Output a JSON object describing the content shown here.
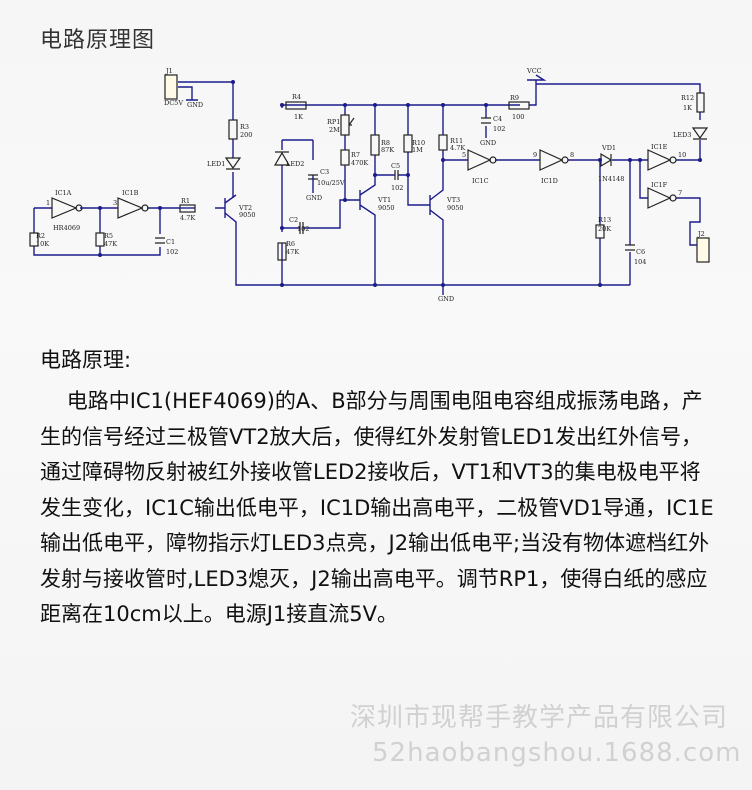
{
  "title": "电路原理图",
  "heading": "电路原理:",
  "paragraph": "    电路中IC1(HEF4069)的A、B部分与周围电阻电容组成振荡电路，产生的信号经过三极管VT2放大后，使得红外发射管LED1发出红外信号，通过障碍物反射被红外接收管LED2接收后，VT1和VT3的集电极电平将发生变化，IC1C输出低电平，IC1D输出高电平，二极管VD1导通，IC1E输出低电平，障物指示灯LED3点亮，J2输出低电平;当没有物体遮档红外发射与接收管时,LED3熄灭，J2输出高电平。调节RP1，使得白纸的感应距离在10cm以上。电源J1接直流5V。",
  "watermarks": [
    "深圳市现帮手教学产品有限公司",
    "52haobangshou.1688.com"
  ],
  "schematic": {
    "labels": {
      "j1": "J1",
      "dc5v": "DC5V",
      "gnd_j1": "GND",
      "r3": "R3",
      "r3v": "200",
      "led1": "LED1",
      "r4": "R4",
      "r4v": "1K",
      "rp1": "RP1",
      "rp1v": "2M",
      "r7": "R7",
      "r7v": "470K",
      "r8": "R8",
      "r8v": "87K",
      "r10": "R10",
      "r10v": "1M",
      "r11": "R11",
      "r11v": "4.7K",
      "r9": "R9",
      "r9v": "100",
      "vcc": "VCC",
      "c4": "C4",
      "c4v": "102",
      "gnd_c4": "GND",
      "led2": "LED2",
      "c3": "C3",
      "c3v": "10u/25V",
      "gnd_c3": "GND",
      "c5": "C5",
      "c5v": "102",
      "vt1": "VT1",
      "vt1v": "9050",
      "vt3": "VT3",
      "vt3v": "9050",
      "vt2": "VT2",
      "vt2v": "9050",
      "ic1a": "IC1A",
      "ic1b": "IC1B",
      "hr": "HR4069",
      "ic1c": "IC1C",
      "ic1d": "IC1D",
      "ic1e": "IC1E",
      "ic1f": "IC1F",
      "r1": "R1",
      "r1v": "4.7K",
      "r2": "R2",
      "r2v": "10K",
      "r5": "R5",
      "r5v": "47K",
      "c1": "C1",
      "c1v": "102",
      "c2": "C2",
      "c2v": "102",
      "r6": "R6",
      "r6v": "47K",
      "r12": "R12",
      "r12v": "1K",
      "led3": "LED3",
      "vd1": "VD1",
      "vd1v": "1N4148",
      "r13": "R13",
      "r13v": "20K",
      "c6": "C6",
      "c6v": "104",
      "j2": "J2",
      "gnd_bot": "GND",
      "p1": "1",
      "p3": "3",
      "p5": "5",
      "p7": "7",
      "p8": "8",
      "p9": "9",
      "p10": "10"
    }
  }
}
